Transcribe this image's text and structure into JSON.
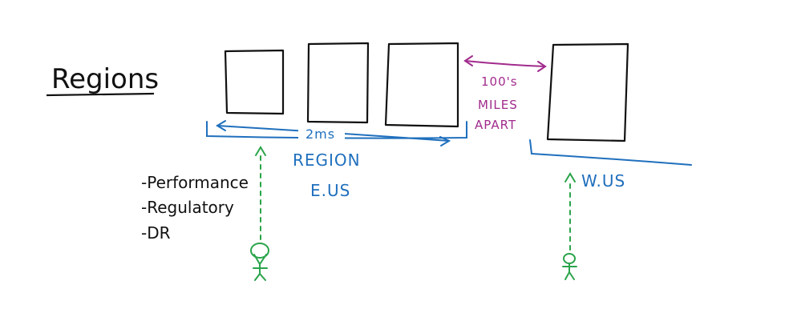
{
  "title": "Regions",
  "bullets": [
    "-Performance",
    "-Regulatory",
    "-DR"
  ],
  "latency_label": "2ms",
  "region_label": "REGION",
  "region_east": "E.US",
  "distance_label": [
    "100's",
    "MILES",
    "APART"
  ],
  "region_west": "W.US",
  "colors": {
    "ink": "#111111",
    "region": "#1f6fbd",
    "distance": "#a12b8c",
    "user": "#2aa44a"
  }
}
